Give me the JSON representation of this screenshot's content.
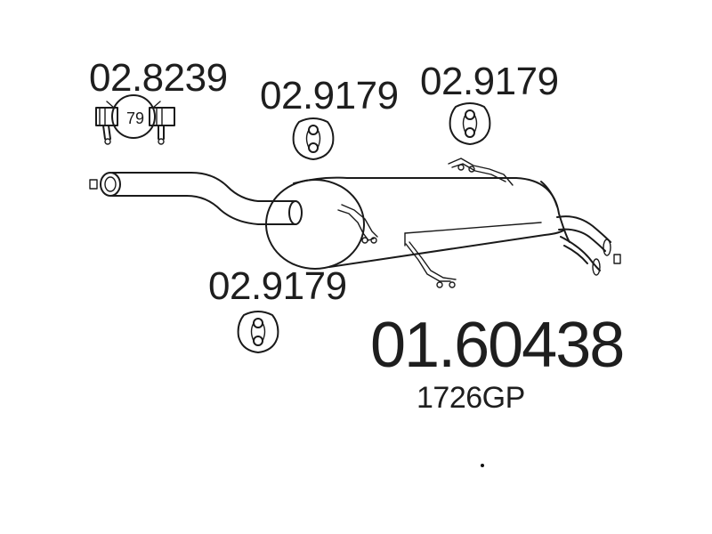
{
  "parts": {
    "clamp": {
      "code": "02.8239",
      "diameter": "79"
    },
    "hanger_top_middle": {
      "code": "02.9179"
    },
    "hanger_top_right": {
      "code": "02.9179"
    },
    "hanger_left": {
      "code": "02.9179"
    }
  },
  "main_part": {
    "code": "01.60438",
    "ref": "1726GP"
  }
}
